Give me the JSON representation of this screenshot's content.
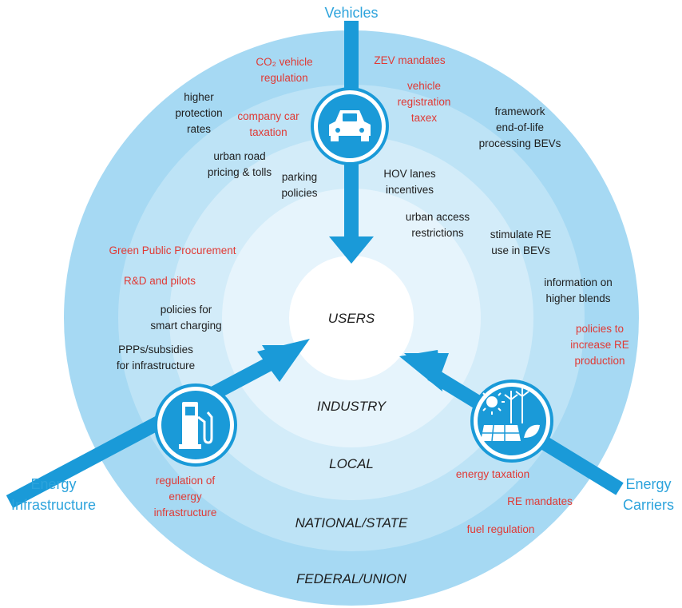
{
  "corners": {
    "vehicles": "Vehicles",
    "energy_infrastructure": [
      "Energy",
      "Infrastructure"
    ],
    "energy_carriers": [
      "Energy",
      "Carriers"
    ]
  },
  "rings": {
    "users": "USERS",
    "industry": "INDUSTRY",
    "local": "LOCAL",
    "national": "NATIONAL/STATE",
    "federal": "FEDERAL/UNION"
  },
  "policies": {
    "co2_vehicle_regulation": [
      "CO₂ vehicle",
      "regulation"
    ],
    "zev_mandates": "ZEV mandates",
    "vehicle_registration_taxes": [
      "vehicle",
      "registration",
      "taxex"
    ],
    "higher_protection_rates": [
      "higher",
      "protection",
      "rates"
    ],
    "company_car_taxation": [
      "company car",
      "taxation"
    ],
    "framework_end_of_life": [
      "framework",
      "end-of-life",
      "processing BEVs"
    ],
    "urban_road_pricing": [
      "urban road",
      "pricing & tolls"
    ],
    "parking_policies": [
      "parking",
      "policies"
    ],
    "hov_lanes": [
      "HOV lanes",
      "incentives"
    ],
    "urban_access": [
      "urban access",
      "restrictions"
    ],
    "stimulate_re": [
      "stimulate RE",
      "use in BEVs"
    ],
    "green_public_procurement": "Green Public Procurement",
    "rd_pilots": "R&D and pilots",
    "information_blends": [
      "information on",
      "higher blends"
    ],
    "smart_charging": [
      "policies for",
      "smart charging"
    ],
    "increase_re_production": [
      "policies to",
      "increase RE",
      "production"
    ],
    "ppps_subsidies": [
      "PPPs/subsidies",
      "for infrastructure"
    ],
    "regulation_energy_infra": [
      "regulation of",
      "energy",
      "infrastructure"
    ],
    "energy_taxation": "energy taxation",
    "re_mandates": "RE mandates",
    "fuel_regulation": "fuel regulation"
  },
  "colors": {
    "ring_outer": "#a6d9f3",
    "ring_2": "#bde3f6",
    "ring_3": "#d3ecf9",
    "ring_4": "#e6f4fc",
    "center": "#ffffff",
    "arrow": "#1a9ad8",
    "policy_red": "#e03a35",
    "policy_dark": "#1e1e1e",
    "corner_text": "#2ca3dc"
  },
  "icons": [
    "car-icon",
    "fuel-pump-icon",
    "renewable-energy-icon"
  ]
}
